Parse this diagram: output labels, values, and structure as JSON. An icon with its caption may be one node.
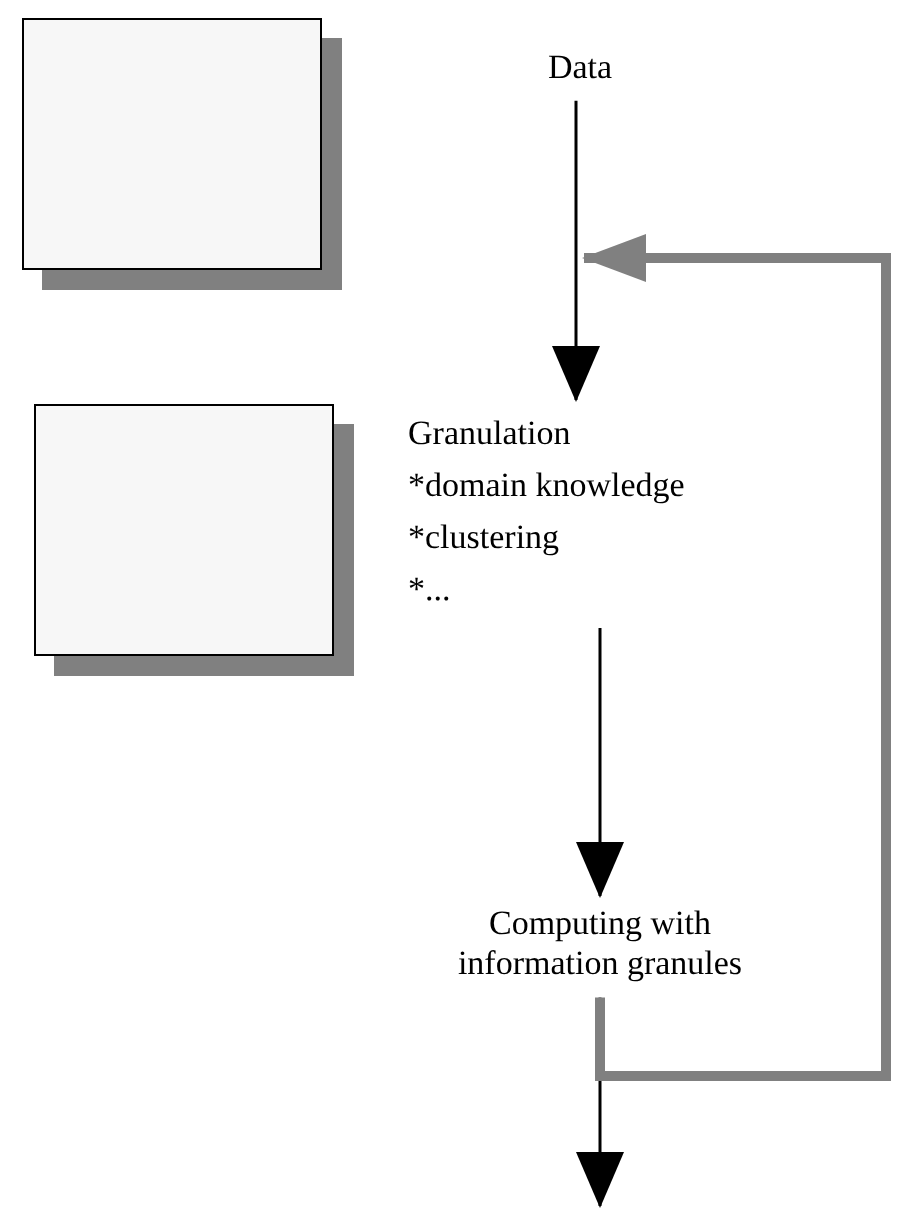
{
  "diagram": {
    "nodes": [
      {
        "text": [],
        "shape": "box"
      },
      {
        "text": [],
        "shape": "box"
      },
      {
        "text": [
          "Data"
        ]
      },
      {
        "text": [
          "Granulation",
          "*domain knowledge",
          "*clustering",
          "*..."
        ]
      },
      {
        "text": [
          "Computing with information granules"
        ]
      }
    ],
    "edges": [
      {
        "from": 2,
        "to": 3,
        "arrow": "to"
      },
      {
        "from": 3,
        "to": 4,
        "arrow": "to"
      },
      {
        "from": 4,
        "to": null,
        "arrow": "to"
      },
      {
        "from": 4,
        "to": null,
        "arrow": "to",
        "style": "thick",
        "color": "#808080"
      }
    ]
  }
}
